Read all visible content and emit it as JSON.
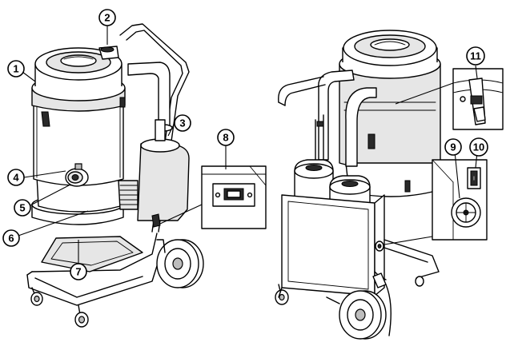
{
  "callouts": [
    {
      "id": "c1",
      "label": "1"
    },
    {
      "id": "c2",
      "label": "2"
    },
    {
      "id": "c3",
      "label": "3"
    },
    {
      "id": "c4",
      "label": "4"
    },
    {
      "id": "c5",
      "label": "5"
    },
    {
      "id": "c6",
      "label": "6"
    },
    {
      "id": "c7",
      "label": "7"
    },
    {
      "id": "c8",
      "label": "8"
    },
    {
      "id": "c9",
      "label": "9"
    },
    {
      "id": "c10",
      "label": "10"
    },
    {
      "id": "c11",
      "label": "11"
    }
  ],
  "switch_symbol": "I"
}
